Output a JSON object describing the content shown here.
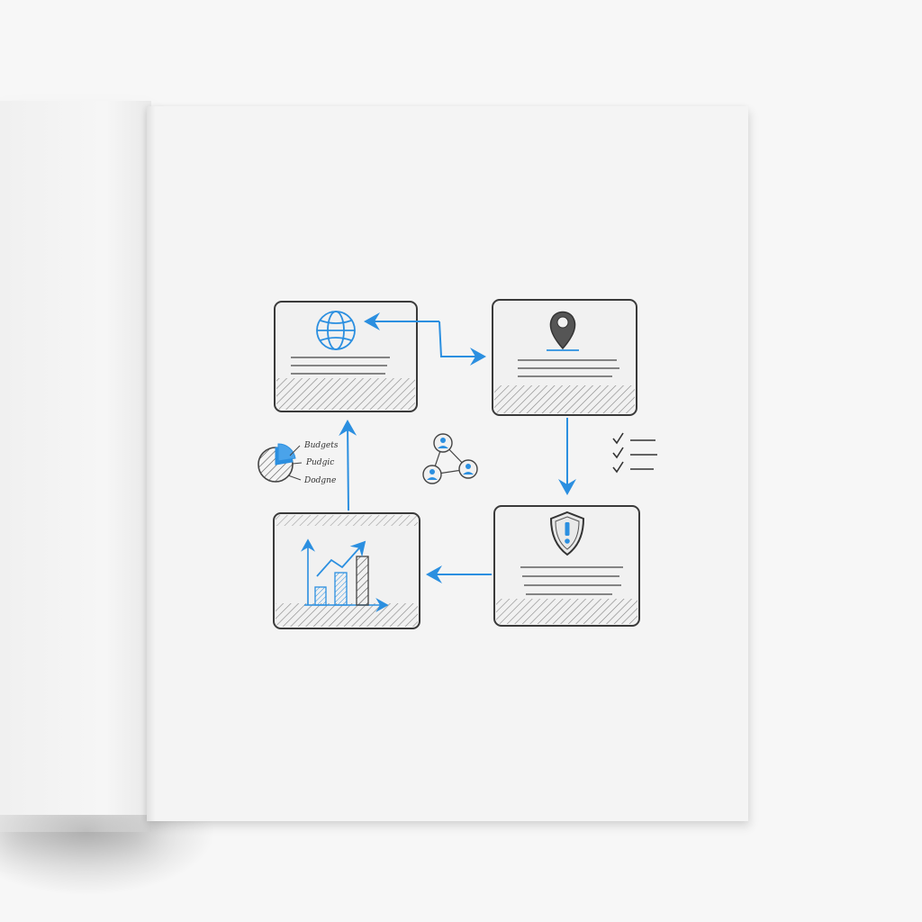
{
  "legend": {
    "items": [
      "Budgets",
      "Pudgic",
      "Dodgne"
    ]
  },
  "colors": {
    "ink": "#3a3a3a",
    "accent": "#2b8fe0",
    "paper": "#f4f4f4"
  },
  "nodes": [
    {
      "name": "globe-card",
      "icon": "globe-icon"
    },
    {
      "name": "location-card",
      "icon": "map-pin-icon"
    },
    {
      "name": "growth-chart-card",
      "icon": "bar-chart-icon"
    },
    {
      "name": "security-card",
      "icon": "shield-alert-icon"
    }
  ],
  "extras": [
    "pie-chart-icon",
    "network-users-icon",
    "checklist-icon"
  ]
}
